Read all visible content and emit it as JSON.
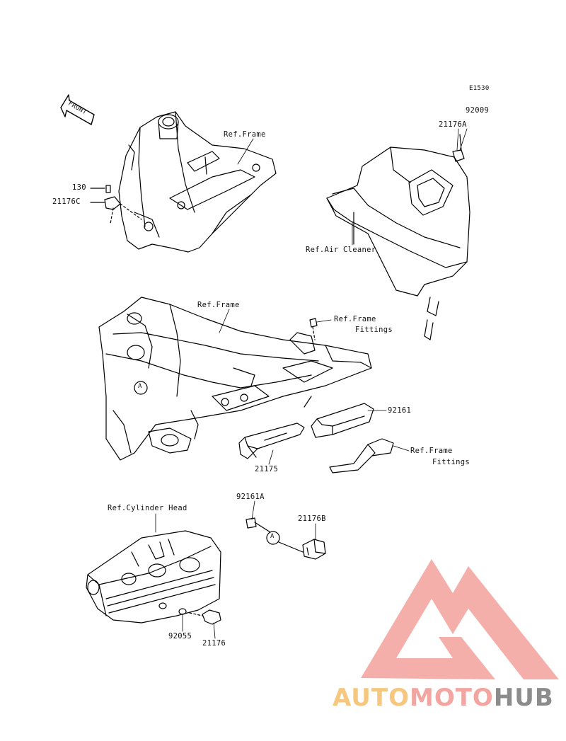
{
  "diagram": {
    "code": "E1530",
    "front": "FRONT",
    "callout": "A",
    "labels": {
      "p92009": "92009",
      "p21176A": "21176A",
      "p130": "130",
      "p21176C": "21176C",
      "refFrame1": "Ref.Frame",
      "refAirCleaner": "Ref.Air Cleaner",
      "refFrame2": "Ref.Frame",
      "refFrameFittings1a": "Ref.Frame",
      "refFrameFittings1b": "Fittings",
      "p92161": "92161",
      "refFrameFittings2a": "Ref.Frame",
      "refFrameFittings2b": "Fittings",
      "p21175": "21175",
      "p92161A": "92161A",
      "p21176B": "21176B",
      "refCylinderHead": "Ref.Cylinder Head",
      "p92055": "92055",
      "p21176": "21176"
    }
  },
  "watermark": {
    "part1": "AUTO",
    "part2": "MOTO",
    "part3": "HUB",
    "colors": {
      "auto": "#f6c77f",
      "moto": "#f3a6a1",
      "hub": "#8c8c8c",
      "triangle": "#f3a6a1"
    }
  }
}
